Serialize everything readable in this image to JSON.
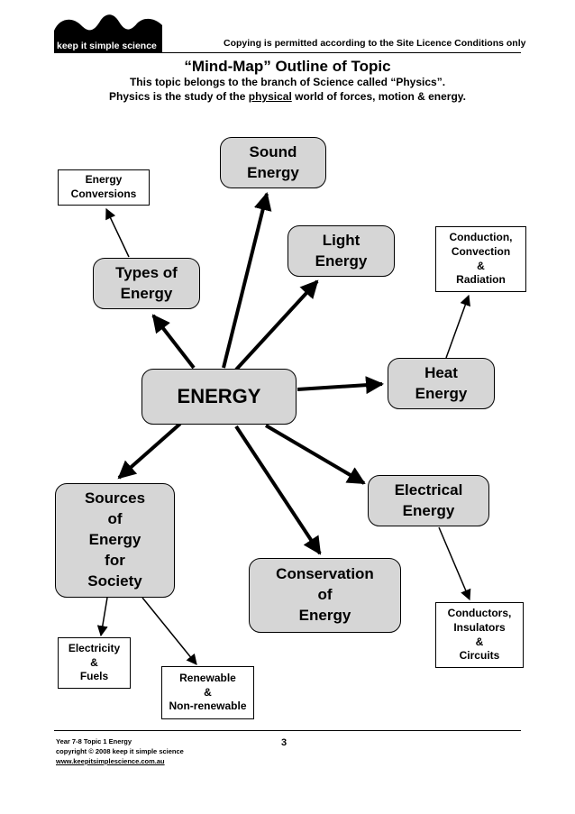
{
  "header": {
    "logo_text": "keep it simple science",
    "registered_mark": "®",
    "copyright_notice": "Copying is permitted according to the Site Licence Conditions only"
  },
  "title": "“Mind-Map” Outline of Topic",
  "intro": {
    "line1": "This topic belongs to the branch of Science called “Physics”.",
    "line2_before": "Physics is the study of the ",
    "line2_underlined": "physical",
    "line2_after": " world of forces, motion & energy."
  },
  "mindmap": {
    "center": "ENERGY",
    "nodes": {
      "sound": "Sound\nEnergy",
      "light": "Light\nEnergy",
      "types": "Types of\nEnergy",
      "heat": "Heat\nEnergy",
      "electrical": "Electrical\nEnergy",
      "conservation": "Conservation\nof\nEnergy",
      "sources": "Sources\nof\nEnergy\nfor\nSociety"
    },
    "leaves": {
      "conversions": "Energy\nConversions",
      "conduction": "Conduction,\nConvection\n&\nRadiation",
      "conductors": "Conductors,\nInsulators\n&\nCircuits",
      "electricity": "Electricity\n&\nFuels",
      "renewable": "Renewable\n&\nNon-renewable"
    }
  },
  "footer": {
    "line1": "Year 7-8 Topic 1 Energy",
    "line2": "copyright © 2008    keep it simple science",
    "line3": "www.keepitsimplescience.com.au",
    "page_number": "3"
  }
}
